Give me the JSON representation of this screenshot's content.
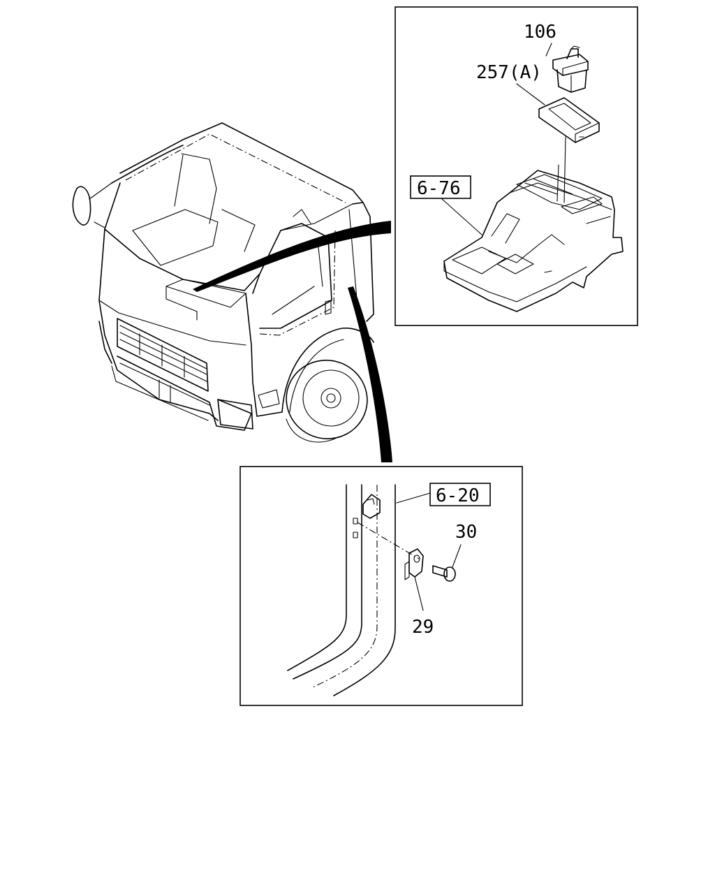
{
  "callouts": {
    "part_106": "106",
    "part_257a": "257(A)",
    "ref_6_76": "6-76",
    "ref_6_20": "6-20",
    "part_30": "30",
    "part_29": "29"
  }
}
